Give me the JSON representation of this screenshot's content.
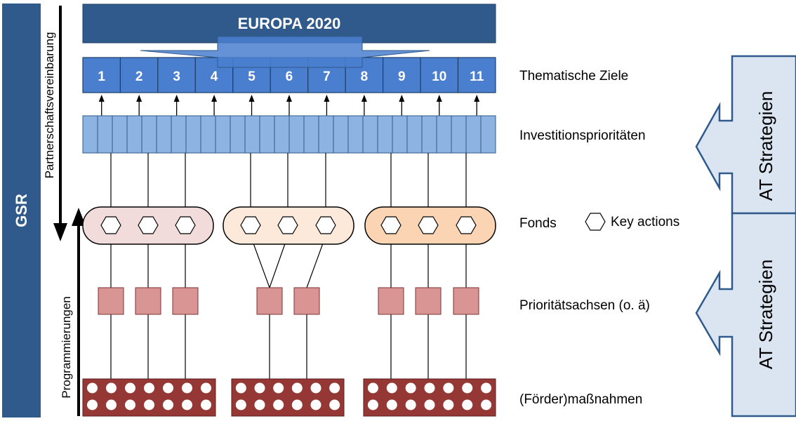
{
  "sidebar": {
    "gsr_label": "GSR"
  },
  "arrows": {
    "partnership_label": "Partnerschaftsvereinbarung",
    "programming_label": "Programmierungen"
  },
  "banner": {
    "title": "EUROPA 2020"
  },
  "thematic_goals": [
    "1",
    "2",
    "3",
    "4",
    "5",
    "6",
    "7",
    "8",
    "9",
    "10",
    "11"
  ],
  "row_labels": {
    "thematic": "Thematische Ziele",
    "investment": "Investitionsprioritäten",
    "funds": "Fonds",
    "axes": "Prioritätsachsen (o. ä)",
    "measures": "(Förder)maßnahmen"
  },
  "legend": {
    "key_actions": "Key actions"
  },
  "at_strategies": {
    "top_label": "AT Strategien",
    "bottom_label": "AT Strategien"
  },
  "colors": {
    "dark_blue": "#2f5a8b",
    "goal_blue": "#4a7fcf",
    "invest_blue": "#8db3e2",
    "fund_1": "#f2dcdb",
    "fund_2": "#fde9d9",
    "fund_3": "#fbd4b4",
    "axis_box": "#d99594",
    "measure_box": "#953734",
    "strategy_fill": "#dbe5f1"
  }
}
